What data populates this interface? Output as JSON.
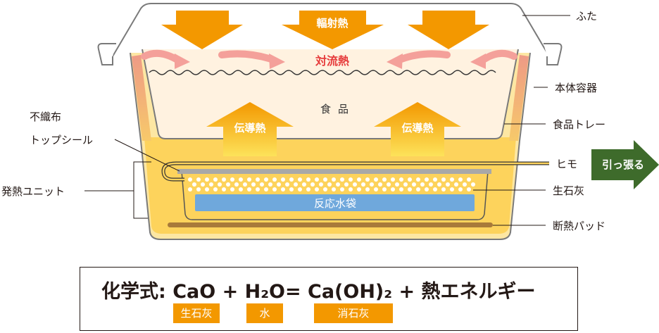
{
  "labels": {
    "lid": "ふた",
    "body": "本体容器",
    "food_tray": "食品トレー",
    "string": "ヒモ",
    "quicklime": "生石灰",
    "insulation": "断熱パッド",
    "nonwoven_line1": "不織布",
    "nonwoven_line2": "トップシール",
    "heating_unit": "発熱ユニット",
    "radiant_heat": "輻射熱",
    "convection_heat": "対流熱",
    "conduction_heat": "伝導熱",
    "food": "食品",
    "water_bag": "反応水袋",
    "pull": "引っ張る"
  },
  "formula": {
    "text": "化学式: CaO + H₂O= Ca(OH)₂ + 熱エネルギー",
    "badges": [
      "生石灰",
      "水",
      "消石灰"
    ]
  },
  "colors": {
    "arrow_orange": "#f39800",
    "convection_pink": "#f4a09a",
    "convection_text": "#e63a3a",
    "heat_yellow": "#fdd35c",
    "water_blue": "#6fa8dc",
    "pull_arrow_green": "#3e6b2b",
    "insulation_brown": "#a87a3a"
  }
}
